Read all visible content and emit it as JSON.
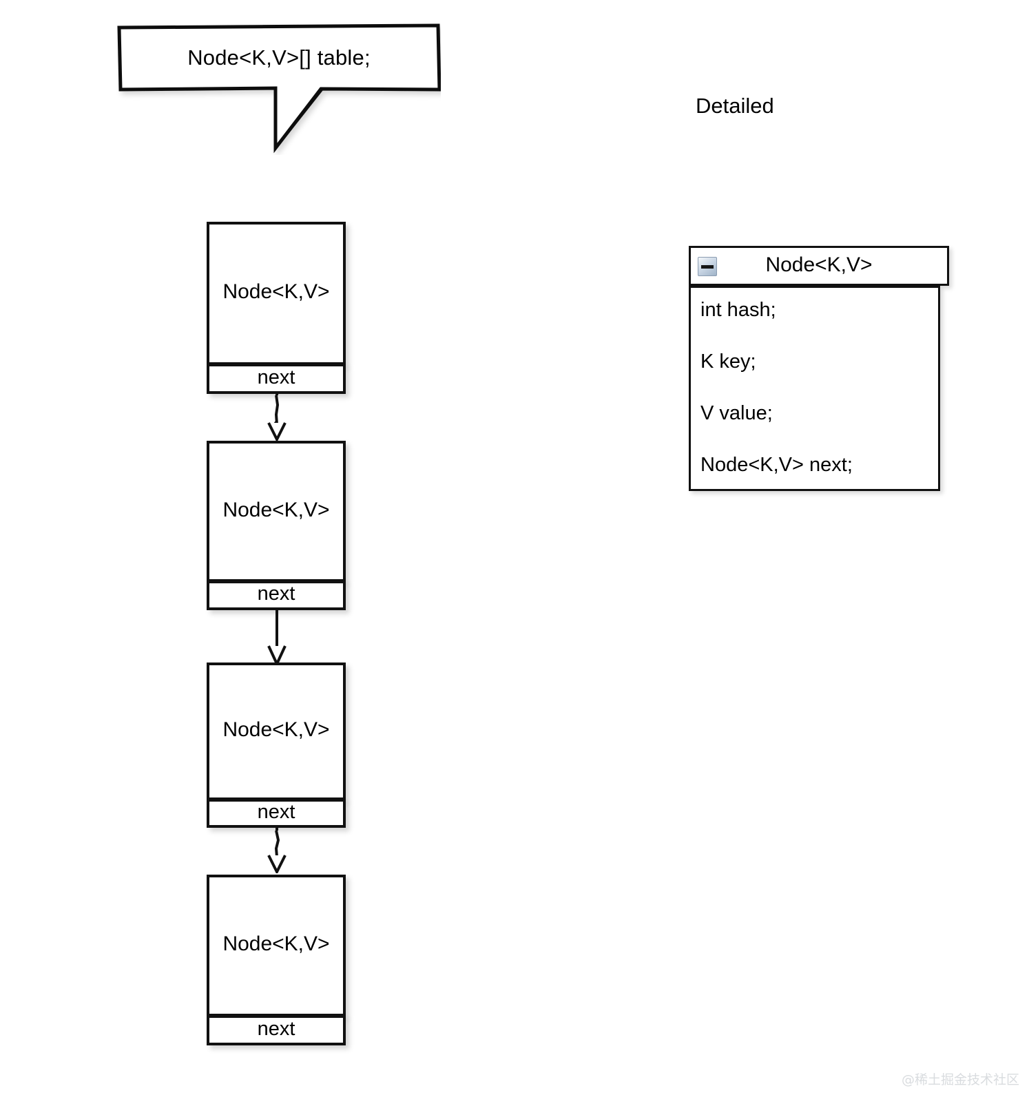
{
  "callout": {
    "text": "Node<K,V>[] table;",
    "icon": "speech-balloon"
  },
  "labels": {
    "detailed": "Detailed"
  },
  "chain": {
    "nodes": [
      {
        "title": "Node<K,V>",
        "next_label": "next"
      },
      {
        "title": "Node<K,V>",
        "next_label": "next"
      },
      {
        "title": "Node<K,V>",
        "next_label": "next"
      },
      {
        "title": "Node<K,V>",
        "next_label": "next"
      }
    ],
    "arrows": [
      {
        "from": "node-1",
        "to": "node-2",
        "style": "open-arrowhead"
      },
      {
        "from": "node-2",
        "to": "node-3",
        "style": "open-arrowhead"
      },
      {
        "from": "node-3",
        "to": "node-4",
        "style": "open-arrowhead"
      }
    ]
  },
  "class_box": {
    "collapse_icon": "minus-icon",
    "title": "Node<K,V>",
    "fields": [
      "int hash;",
      "K key;",
      "V value;",
      "Node<K,V> next;"
    ]
  },
  "watermark": {
    "text": "@稀土掘金技术社区"
  },
  "colors": {
    "background": "#ffffff",
    "stroke": "#111111",
    "text": "#000000",
    "icon_border": "#8a9bb0",
    "watermark": "#d9dcdf"
  }
}
